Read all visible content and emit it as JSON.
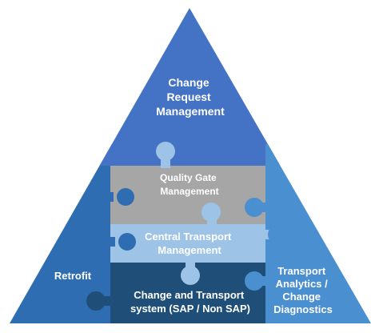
{
  "labels": {
    "top": [
      "Change",
      "Request",
      "Management"
    ],
    "quality_gate": [
      "Quality Gate",
      "Management"
    ],
    "central_transport": [
      "Central Transport",
      "Management"
    ],
    "change_transport": [
      "Change and Transport",
      "system (SAP / Non SAP)"
    ],
    "retrofit": "Retrofit",
    "analytics": [
      "Transport",
      "Analytics /",
      "Change",
      "Diagnostics"
    ]
  },
  "colors": {
    "top": "#4472c4",
    "left": "#2e6db1",
    "right": "#4a8fd0",
    "quality_gate": "#a6a6a6",
    "central_transport": "#9dc3e6",
    "change_transport": "#1f4e79"
  }
}
